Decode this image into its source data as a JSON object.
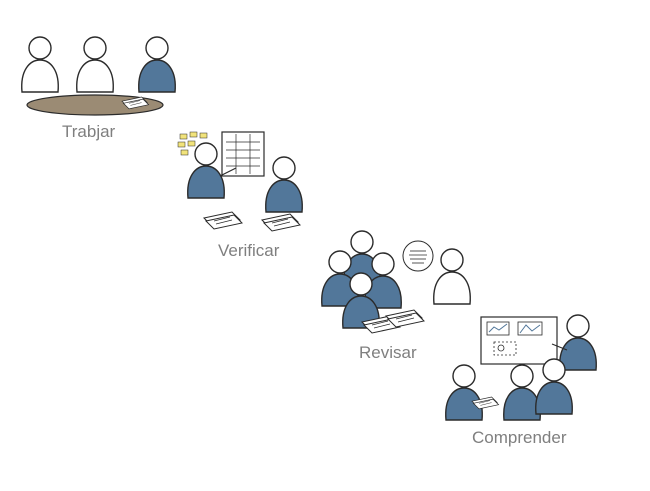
{
  "steps": [
    {
      "label": "Trabjar"
    },
    {
      "label": "Verificar"
    },
    {
      "label": "Revisar"
    },
    {
      "label": "Comprender"
    }
  ],
  "colors": {
    "figure_blue": "#52779a",
    "outline": "#2b2b2b",
    "table_brown": "#9b8b74",
    "sticky_yellow": "#f1e37b",
    "label_gray": "#7f7f7f"
  }
}
